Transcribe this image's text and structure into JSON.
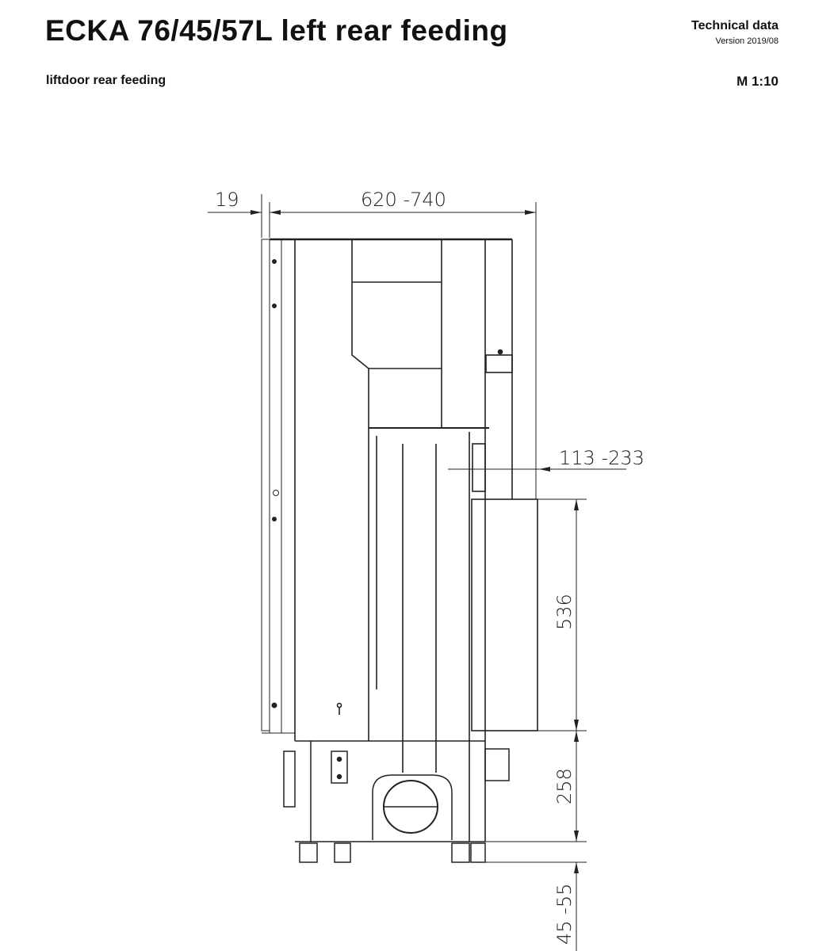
{
  "header": {
    "title": "ECKA 76/45/57L left rear feeding",
    "subtitle": "liftdoor rear feeding",
    "doc_type": "Technical data",
    "version": "Version 2019/08",
    "scale": "M 1:10"
  },
  "dimensions": {
    "door_depth": "19",
    "total_depth": "620 -740",
    "feed_offset": "113 -233",
    "opening_height": "536",
    "opening_base": "258",
    "feet_height": "45 -55"
  }
}
